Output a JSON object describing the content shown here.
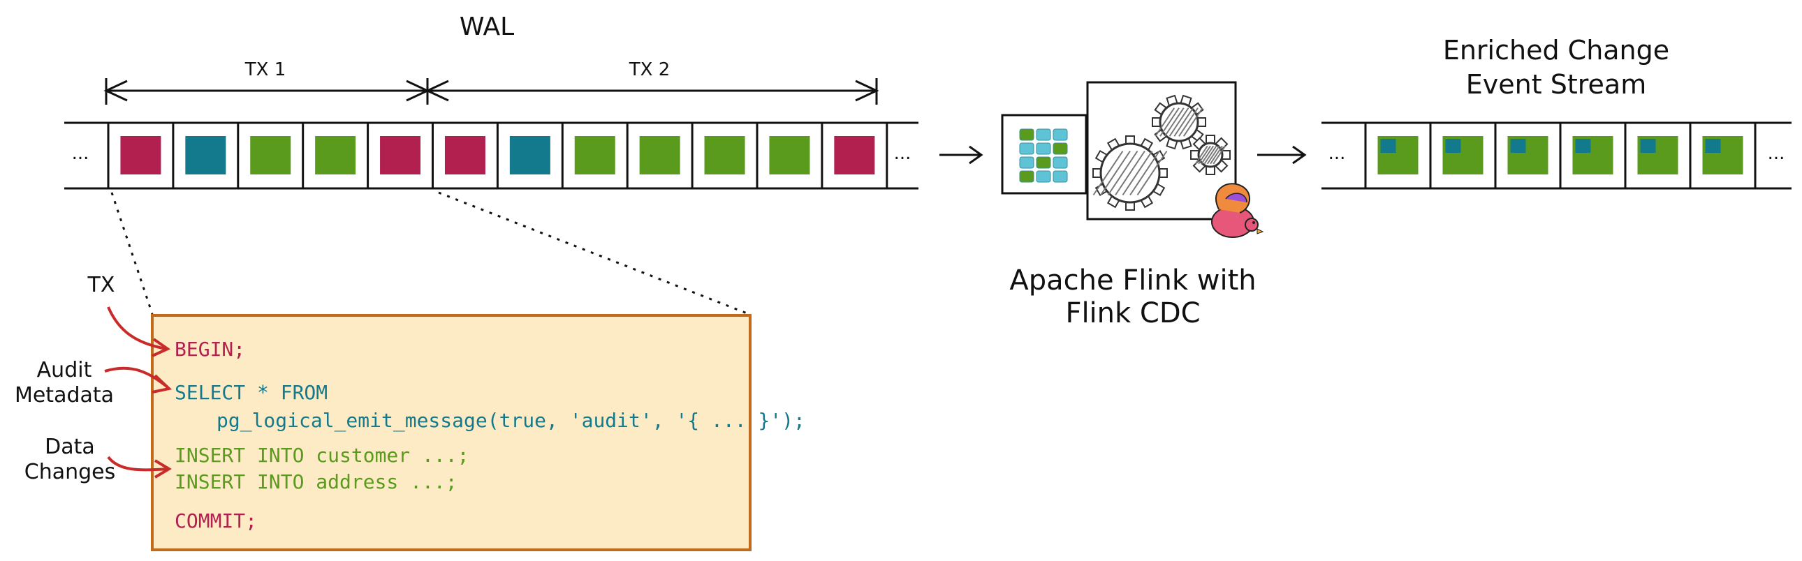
{
  "wal": {
    "title": "WAL",
    "tx1_label": "TX 1",
    "tx2_label": "TX 2",
    "ellipsis": "...",
    "cells": [
      "audit",
      "meta",
      "data",
      "data",
      "audit",
      "audit",
      "meta",
      "data",
      "data",
      "data",
      "data",
      "audit"
    ]
  },
  "colors": {
    "audit": "#b2204f",
    "meta": "#137a8d",
    "data": "#5a9a1c",
    "box_fill": "#fdebc6",
    "box_border": "#c26a1c",
    "arrow_red": "#c92a2a",
    "grid_cell": "#5ec3d4"
  },
  "flink": {
    "label_line1": "Apache Flink with",
    "label_line2": "Flink CDC"
  },
  "output": {
    "title_line1": "Enriched Change",
    "title_line2": "Event Stream",
    "ellipsis": "...",
    "cell_count": 6
  },
  "annotations": {
    "tx": "TX",
    "audit_line1": "Audit",
    "audit_line2": "Metadata",
    "data_line1": "Data",
    "data_line2": "Changes"
  },
  "code": {
    "begin": "BEGIN;",
    "select_line1": "SELECT * FROM",
    "select_line2": "pg_logical_emit_message(true, 'audit', '{ ... }');",
    "insert1": "INSERT INTO customer ...;",
    "insert2": "INSERT INTO address ...;",
    "commit": "COMMIT;"
  }
}
